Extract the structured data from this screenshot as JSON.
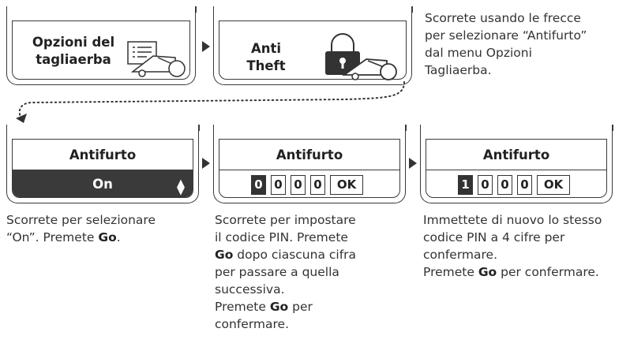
{
  "screens": {
    "mower_options": {
      "line1": "Opzioni del",
      "line2": "tagliaerba"
    },
    "anti_theft": {
      "line1": "Anti",
      "line2": "Theft"
    },
    "step_on": {
      "title": "Antifurto",
      "value": "On"
    },
    "step_pin": {
      "title": "Antifurto",
      "digits": [
        "0",
        "0",
        "0",
        "0"
      ],
      "ok": "OK"
    },
    "step_confirm": {
      "title": "Antifurto",
      "digits": [
        "1",
        "0",
        "0",
        "0"
      ],
      "ok": "OK"
    }
  },
  "instructions": {
    "top": [
      "Scorrete usando le frecce",
      "per selezionare “Antifurto”",
      "dal menu Opzioni",
      "Tagliaerba."
    ],
    "step1": {
      "l1": "Scorrete per selezionare",
      "l2a": "“On”. Premete ",
      "l2b": "Go",
      "l2c": "."
    },
    "step2": {
      "l1": "Scorrete per impostare",
      "l2": "il codice PIN. Premete",
      "l3a": "Go",
      "l3b": " dopo ciascuna cifra",
      "l4": "per passare a quella",
      "l5": "successiva.",
      "l6a": "Premete ",
      "l6b": "Go",
      "l6c": " per",
      "l7": "confermare."
    },
    "step3": {
      "l1": "Immettete di nuovo lo stesso",
      "l2": "codice PIN a 4 cifre per",
      "l3": "confermare.",
      "l4a": "Premete ",
      "l4b": "Go",
      "l4c": " per confermare."
    }
  }
}
